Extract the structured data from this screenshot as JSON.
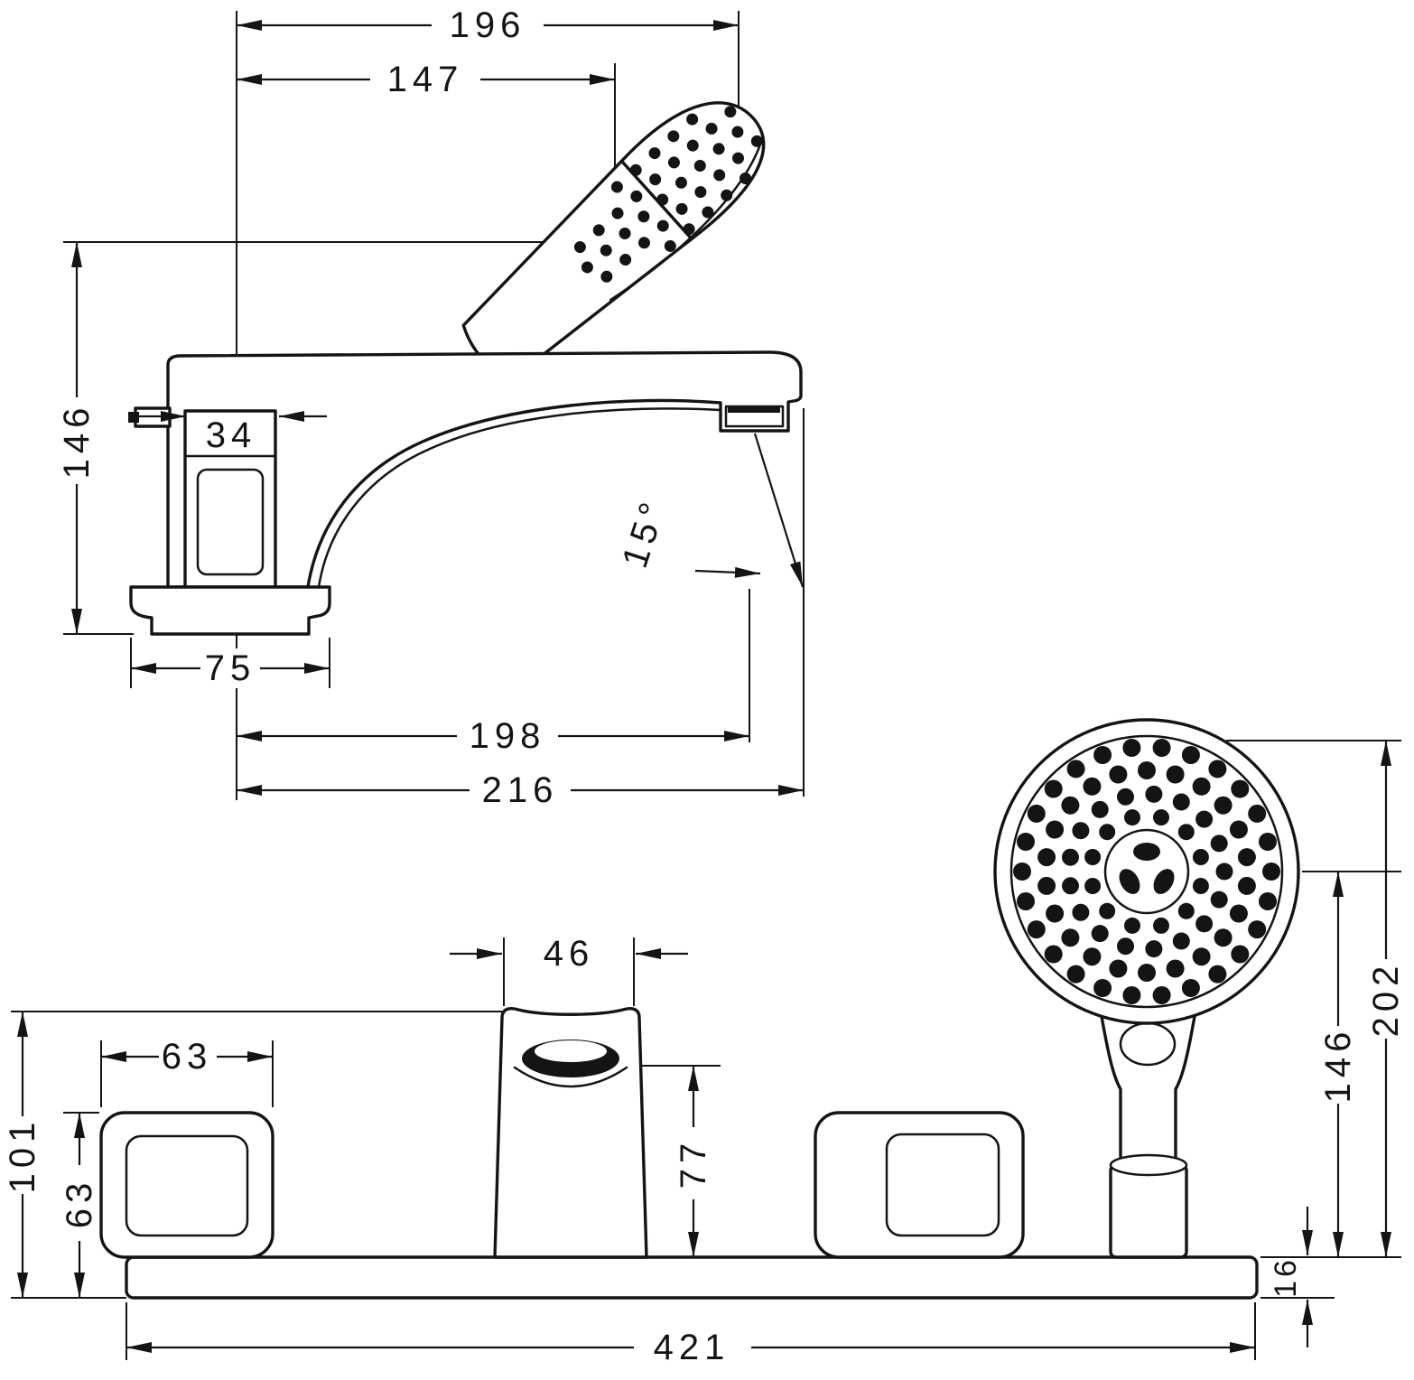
{
  "drawing": {
    "side_view": {
      "overall_width": "196",
      "shower_offset": "147",
      "body_height": "146",
      "handle_width": "34",
      "base_width": "75",
      "spout_reach": "198",
      "overall_reach": "216",
      "spout_angle": "15°"
    },
    "front_view": {
      "spout_width": "46",
      "handle_width": "63",
      "overall_height": "101",
      "handle_height": "63",
      "spout_height": "77",
      "shower_center_height": "146",
      "shower_overall_height": "202",
      "deck_thickness": "16",
      "overall_width": "421"
    }
  }
}
